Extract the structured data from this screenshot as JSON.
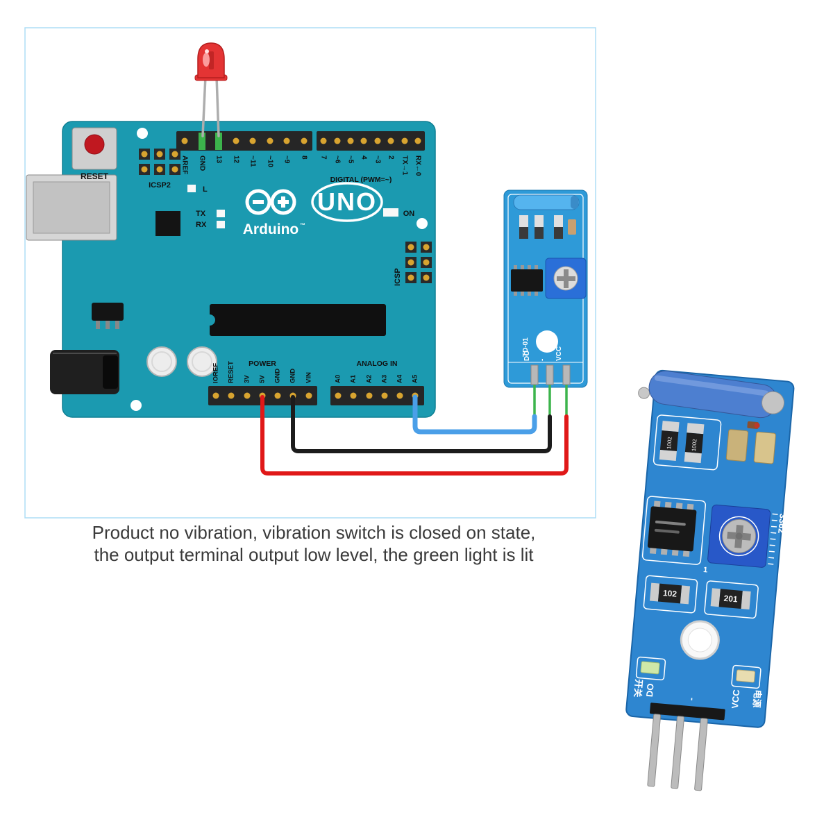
{
  "caption": {
    "line1": "Product no vibration, vibration switch is closed on state,",
    "line2": "the output terminal output low level, the green light is lit"
  },
  "arduino": {
    "brand": "Arduino",
    "trademark": "™",
    "model": "UNO",
    "labels": {
      "reset": "RESET",
      "icsp2": "ICSP2",
      "icsp": "ICSP",
      "l": "L",
      "tx": "TX",
      "rx": "RX",
      "on": "ON",
      "digital": "DIGITAL (PWM=~)",
      "power": "POWER",
      "analog": "ANALOG IN"
    },
    "digital_pins": [
      "AREF",
      "GND",
      "13",
      "12",
      "~11",
      "~10",
      "~9",
      "8",
      "7",
      "~6",
      "~5",
      "4",
      "~3",
      "2",
      "TX→1",
      "RX←0"
    ],
    "power_pins": [
      "IOREF",
      "RESET",
      "3V",
      "5V",
      "GND",
      "GND",
      "VIN"
    ],
    "analog_pins": [
      "A0",
      "A1",
      "A2",
      "A3",
      "A4",
      "A5"
    ]
  },
  "sensor_diagram": {
    "label": "TD-01",
    "pin_do": "DO",
    "pin_gnd": "-",
    "pin_vcc": "VCC"
  },
  "sensor_photo": {
    "pot_value": "3362",
    "pot_pin1": "1",
    "resistor_left": "102",
    "resistor_right": "201",
    "smd_code_1": "1002",
    "smd_code_2": "1002",
    "pin_do": "DO",
    "pin_gnd": "-",
    "pin_vcc": "VCC",
    "label_switch_cn": "开关",
    "label_power_cn": "电源"
  },
  "colors": {
    "border_blue": "#aeddf5",
    "board_teal": "#1b9ab0",
    "module_blue": "#2e9ad8",
    "photo_blue": "#2e86d0",
    "wire_red": "#e01818",
    "wire_black": "#1c1c1c",
    "wire_blue": "#4a9fe8",
    "led_red": "#e43434",
    "pin_green": "#3cb44c"
  }
}
